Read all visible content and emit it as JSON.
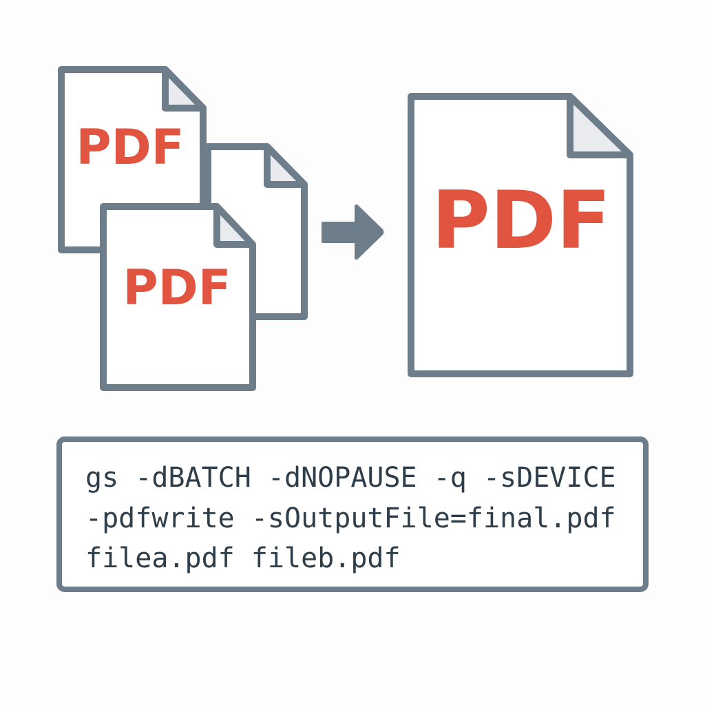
{
  "source_files": [
    {
      "label": "PDF"
    },
    {
      "label": ""
    },
    {
      "label": "PDF"
    }
  ],
  "output_file": {
    "label": "PDF"
  },
  "arrow_icon": "right-arrow-icon",
  "command": {
    "lines": [
      "gs -dBATCH -dNOPAUSE -q -sDEVICE",
      "-pdfwrite -sOutputFile=final.pdf",
      "filea.pdf fileb.pdf"
    ]
  },
  "colors": {
    "stroke": "#6e7d8a",
    "pdf_red": "#e05440",
    "fold": "#e9ebef",
    "code_text": "#2d3e4a"
  }
}
